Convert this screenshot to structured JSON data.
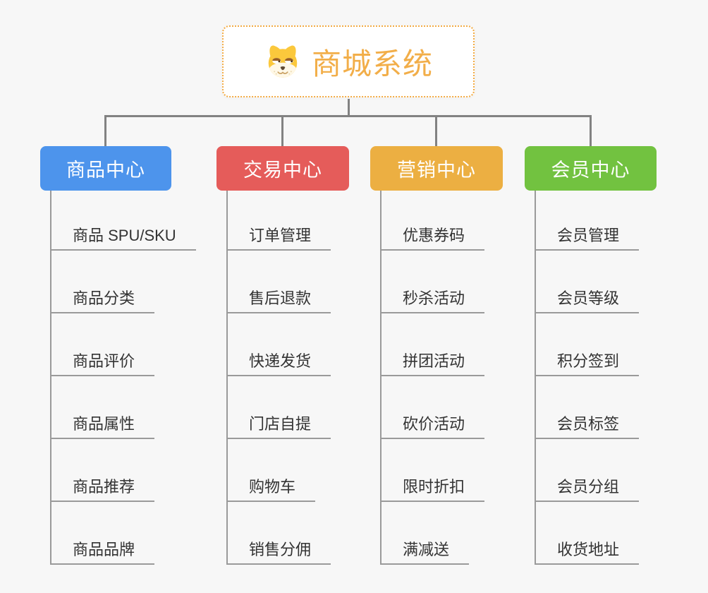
{
  "root": {
    "title": "商城系统",
    "icon": "dog-face-icon"
  },
  "branches": [
    {
      "label": "商品中心",
      "color": "#4d94ec",
      "items": [
        "商品 SPU/SKU",
        "商品分类",
        "商品评价",
        "商品属性",
        "商品推荐",
        "商品品牌"
      ]
    },
    {
      "label": "交易中心",
      "color": "#e55c5a",
      "items": [
        "订单管理",
        "售后退款",
        "快递发货",
        "门店自提",
        "购物车",
        "销售分佣"
      ]
    },
    {
      "label": "营销中心",
      "color": "#ecaf42",
      "items": [
        "优惠券码",
        "秒杀活动",
        "拼团活动",
        "砍价活动",
        "限时折扣",
        "满减送"
      ]
    },
    {
      "label": "会员中心",
      "color": "#72c240",
      "items": [
        "会员管理",
        "会员等级",
        "积分签到",
        "会员标签",
        "会员分组",
        "收货地址"
      ]
    }
  ],
  "colors": {
    "line": "#828282",
    "underline": "#9a9a9a",
    "text": "#333333",
    "bg": "#f7f7f7",
    "root_border": "#f3ab43",
    "root_title": "#f2ae49"
  }
}
